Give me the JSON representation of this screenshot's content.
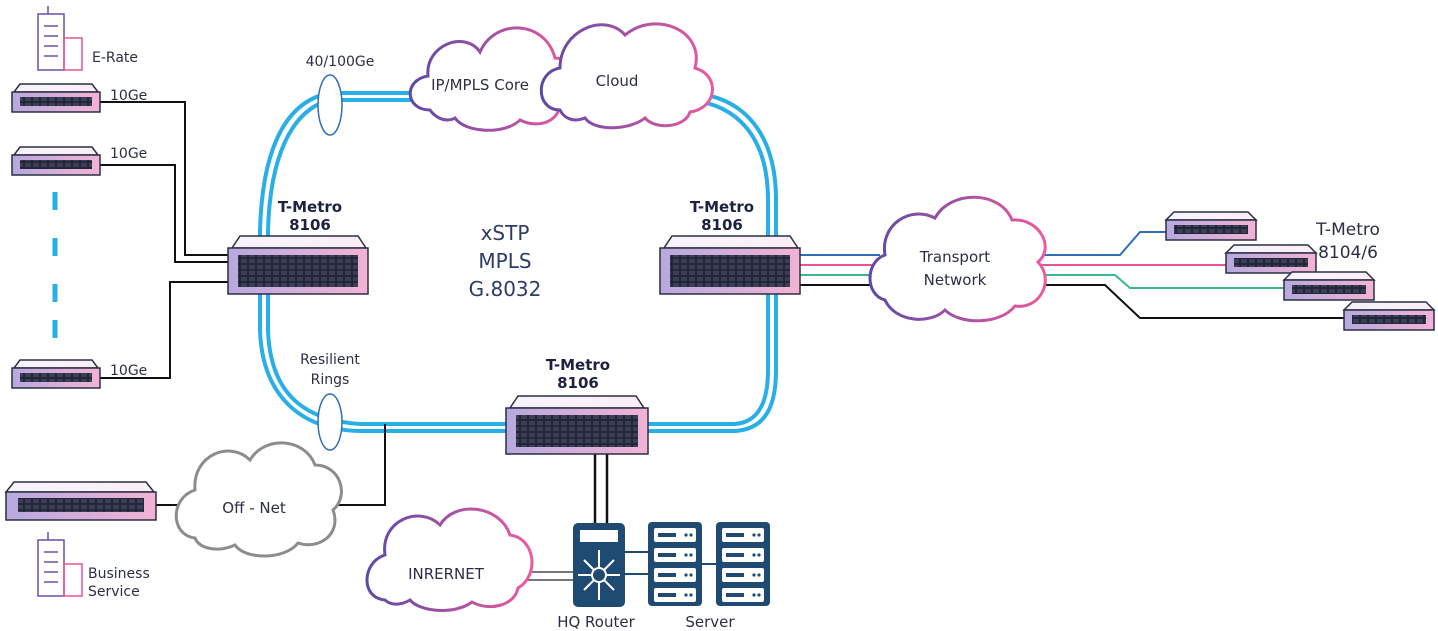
{
  "center_labels": [
    "xSTP",
    "MPLS",
    "G.8032"
  ],
  "clouds": {
    "ip_mpls_core": "IP/MPLS Core",
    "cloud": "Cloud",
    "transport_network": [
      "Transport",
      "Network"
    ],
    "off_net": "Off - Net",
    "internet": "INRERNET"
  },
  "devices": {
    "metro_left": [
      "T-Metro",
      "8106"
    ],
    "metro_right": [
      "T-Metro",
      "8106"
    ],
    "metro_bottom": [
      "T-Metro",
      "8106"
    ],
    "metro_far_right": [
      "T-Metro",
      "8104/6"
    ]
  },
  "links": {
    "top_link": "40/100Ge",
    "access_1": "10Ge",
    "access_2": "10Ge",
    "access_3": "10Ge",
    "resilient_rings": [
      "Resilient",
      "Rings"
    ]
  },
  "sites": {
    "e_rate": "E-Rate",
    "business_service": [
      "Business",
      "Service"
    ]
  },
  "hq": {
    "router": "HQ Router",
    "server": "Server"
  },
  "colors": {
    "ring": "#29aee6",
    "gradient_start": "#6b4fa8",
    "gradient_end": "#e8529c",
    "navy": "#1f4a72",
    "line_blue": "#2f6fb5",
    "line_pink": "#e8529c",
    "line_green": "#3db88c",
    "line_black": "#111111",
    "gray_cloud": "#8c8c8c"
  }
}
